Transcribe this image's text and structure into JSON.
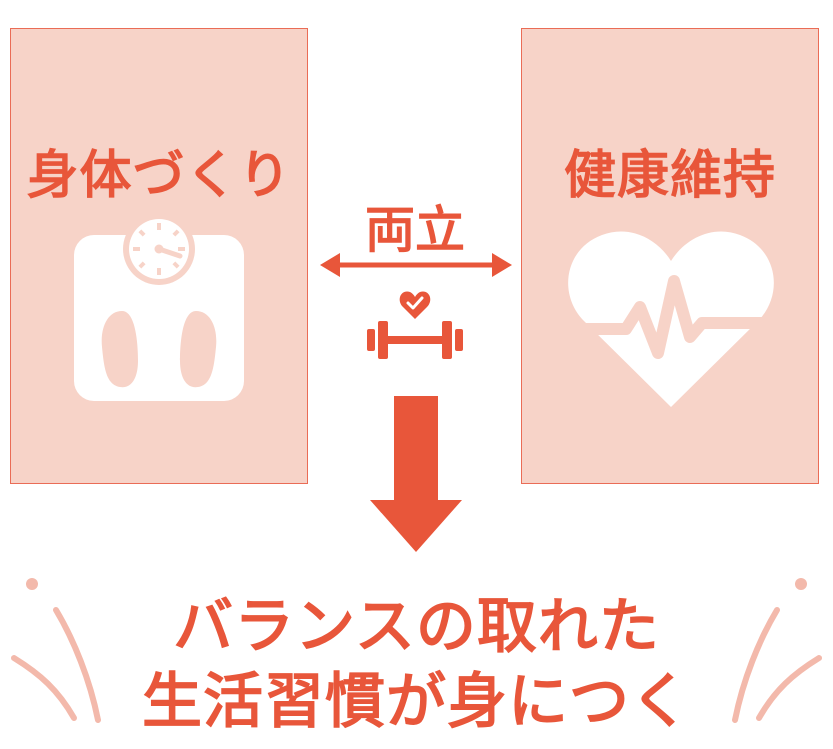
{
  "left_panel": {
    "title": "身体づくり",
    "icon": "bathroom-scale-icon"
  },
  "right_panel": {
    "title": "健康維持",
    "icon": "heart-pulse-icon"
  },
  "center": {
    "label": "両立",
    "arrow_icon": "double-arrow-icon",
    "fitness_icon": "dumbbell-heart-icon"
  },
  "result": {
    "line1": "バランスの取れた",
    "line2": "生活習慣が身につく",
    "arrow_icon": "down-arrow-icon"
  },
  "colors": {
    "accent": "#e8563a",
    "panel_fill": "#f7d3c8",
    "panel_border": "#ea6c56",
    "decor": "#f3b9ab"
  }
}
